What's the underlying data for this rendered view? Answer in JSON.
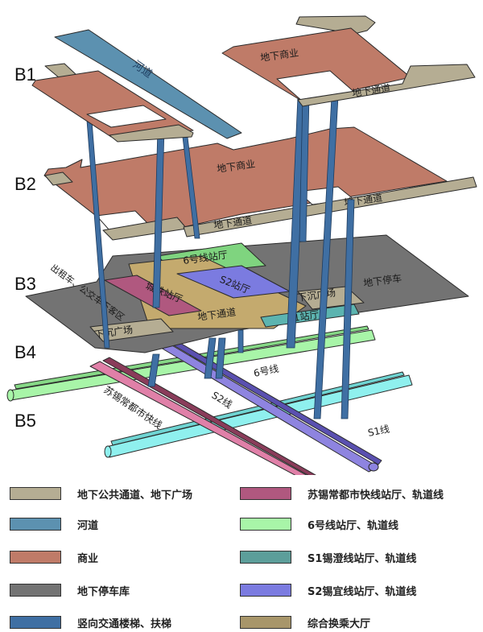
{
  "colors": {
    "public_passage": "#b5ad93",
    "river": "#5c91b0",
    "commercial": "#bf7b68",
    "parking": "#737373",
    "vertical_transport": "#3f6fa3",
    "suxichang_line": "#b0587f",
    "line6": "#a8f5a8",
    "s1_line": "#5c9e9a",
    "s2_line": "#7b7be0",
    "transfer_hall": "#a8966a",
    "s1_tube": "#8ff0ee",
    "s2_tube": "#8e84e0",
    "scc_tube": "#e080a8"
  },
  "levels": [
    {
      "id": "B1",
      "label": "B1"
    },
    {
      "id": "B2",
      "label": "B2"
    },
    {
      "id": "B3",
      "label": "B3"
    },
    {
      "id": "B4",
      "label": "B4"
    },
    {
      "id": "B5",
      "label": "B5"
    }
  ],
  "labels": {
    "river": "河道",
    "b1_commercial": "地下商业",
    "b1_passage": "地下通道",
    "b2_commercial": "地下商业",
    "b2_passage_left": "地下通道",
    "b2_passage_right": "地下通道",
    "line6_hall": "6号线站厅",
    "s2_hall": "S2站厅",
    "intercity_hall": "城铁站厅",
    "taxi_dropoff": "出租车、公交车下客区",
    "sunken_plaza_left": "下沉广场",
    "sunken_plaza_right": "下沉广场",
    "b3_passage": "地下通道",
    "s1_hall": "S1站厅",
    "parking": "地下停车",
    "line6": "6号线",
    "s2_line": "S2线",
    "s1_line": "S1线",
    "scc_line": "苏锡常都市快线"
  },
  "legend": [
    {
      "key": "public_passage",
      "label": "地下公共通道、地下广场",
      "color": "#b5ad93"
    },
    {
      "key": "river",
      "label": "河道",
      "color": "#5c91b0"
    },
    {
      "key": "commercial",
      "label": "商业",
      "color": "#bf7b68"
    },
    {
      "key": "parking",
      "label": "地下停车库",
      "color": "#737373"
    },
    {
      "key": "vertical_transport",
      "label": "竖向交通楼梯、扶梯",
      "color": "#3f6fa3"
    },
    {
      "key": "suxichang_line",
      "label": "苏锡常都市快线站厅、轨道线",
      "color": "#b0587f"
    },
    {
      "key": "line6",
      "label": "6号线站厅、轨道线",
      "color": "#a8f5a8"
    },
    {
      "key": "s1_line",
      "label": "S1锡澄线站厅、轨道线",
      "color": "#5c9e9a"
    },
    {
      "key": "s2_line",
      "label": "S2锡宜线站厅、轨道线",
      "color": "#7b7be0"
    },
    {
      "key": "transfer_hall",
      "label": "综合换乘大厅",
      "color": "#a8966a"
    }
  ]
}
